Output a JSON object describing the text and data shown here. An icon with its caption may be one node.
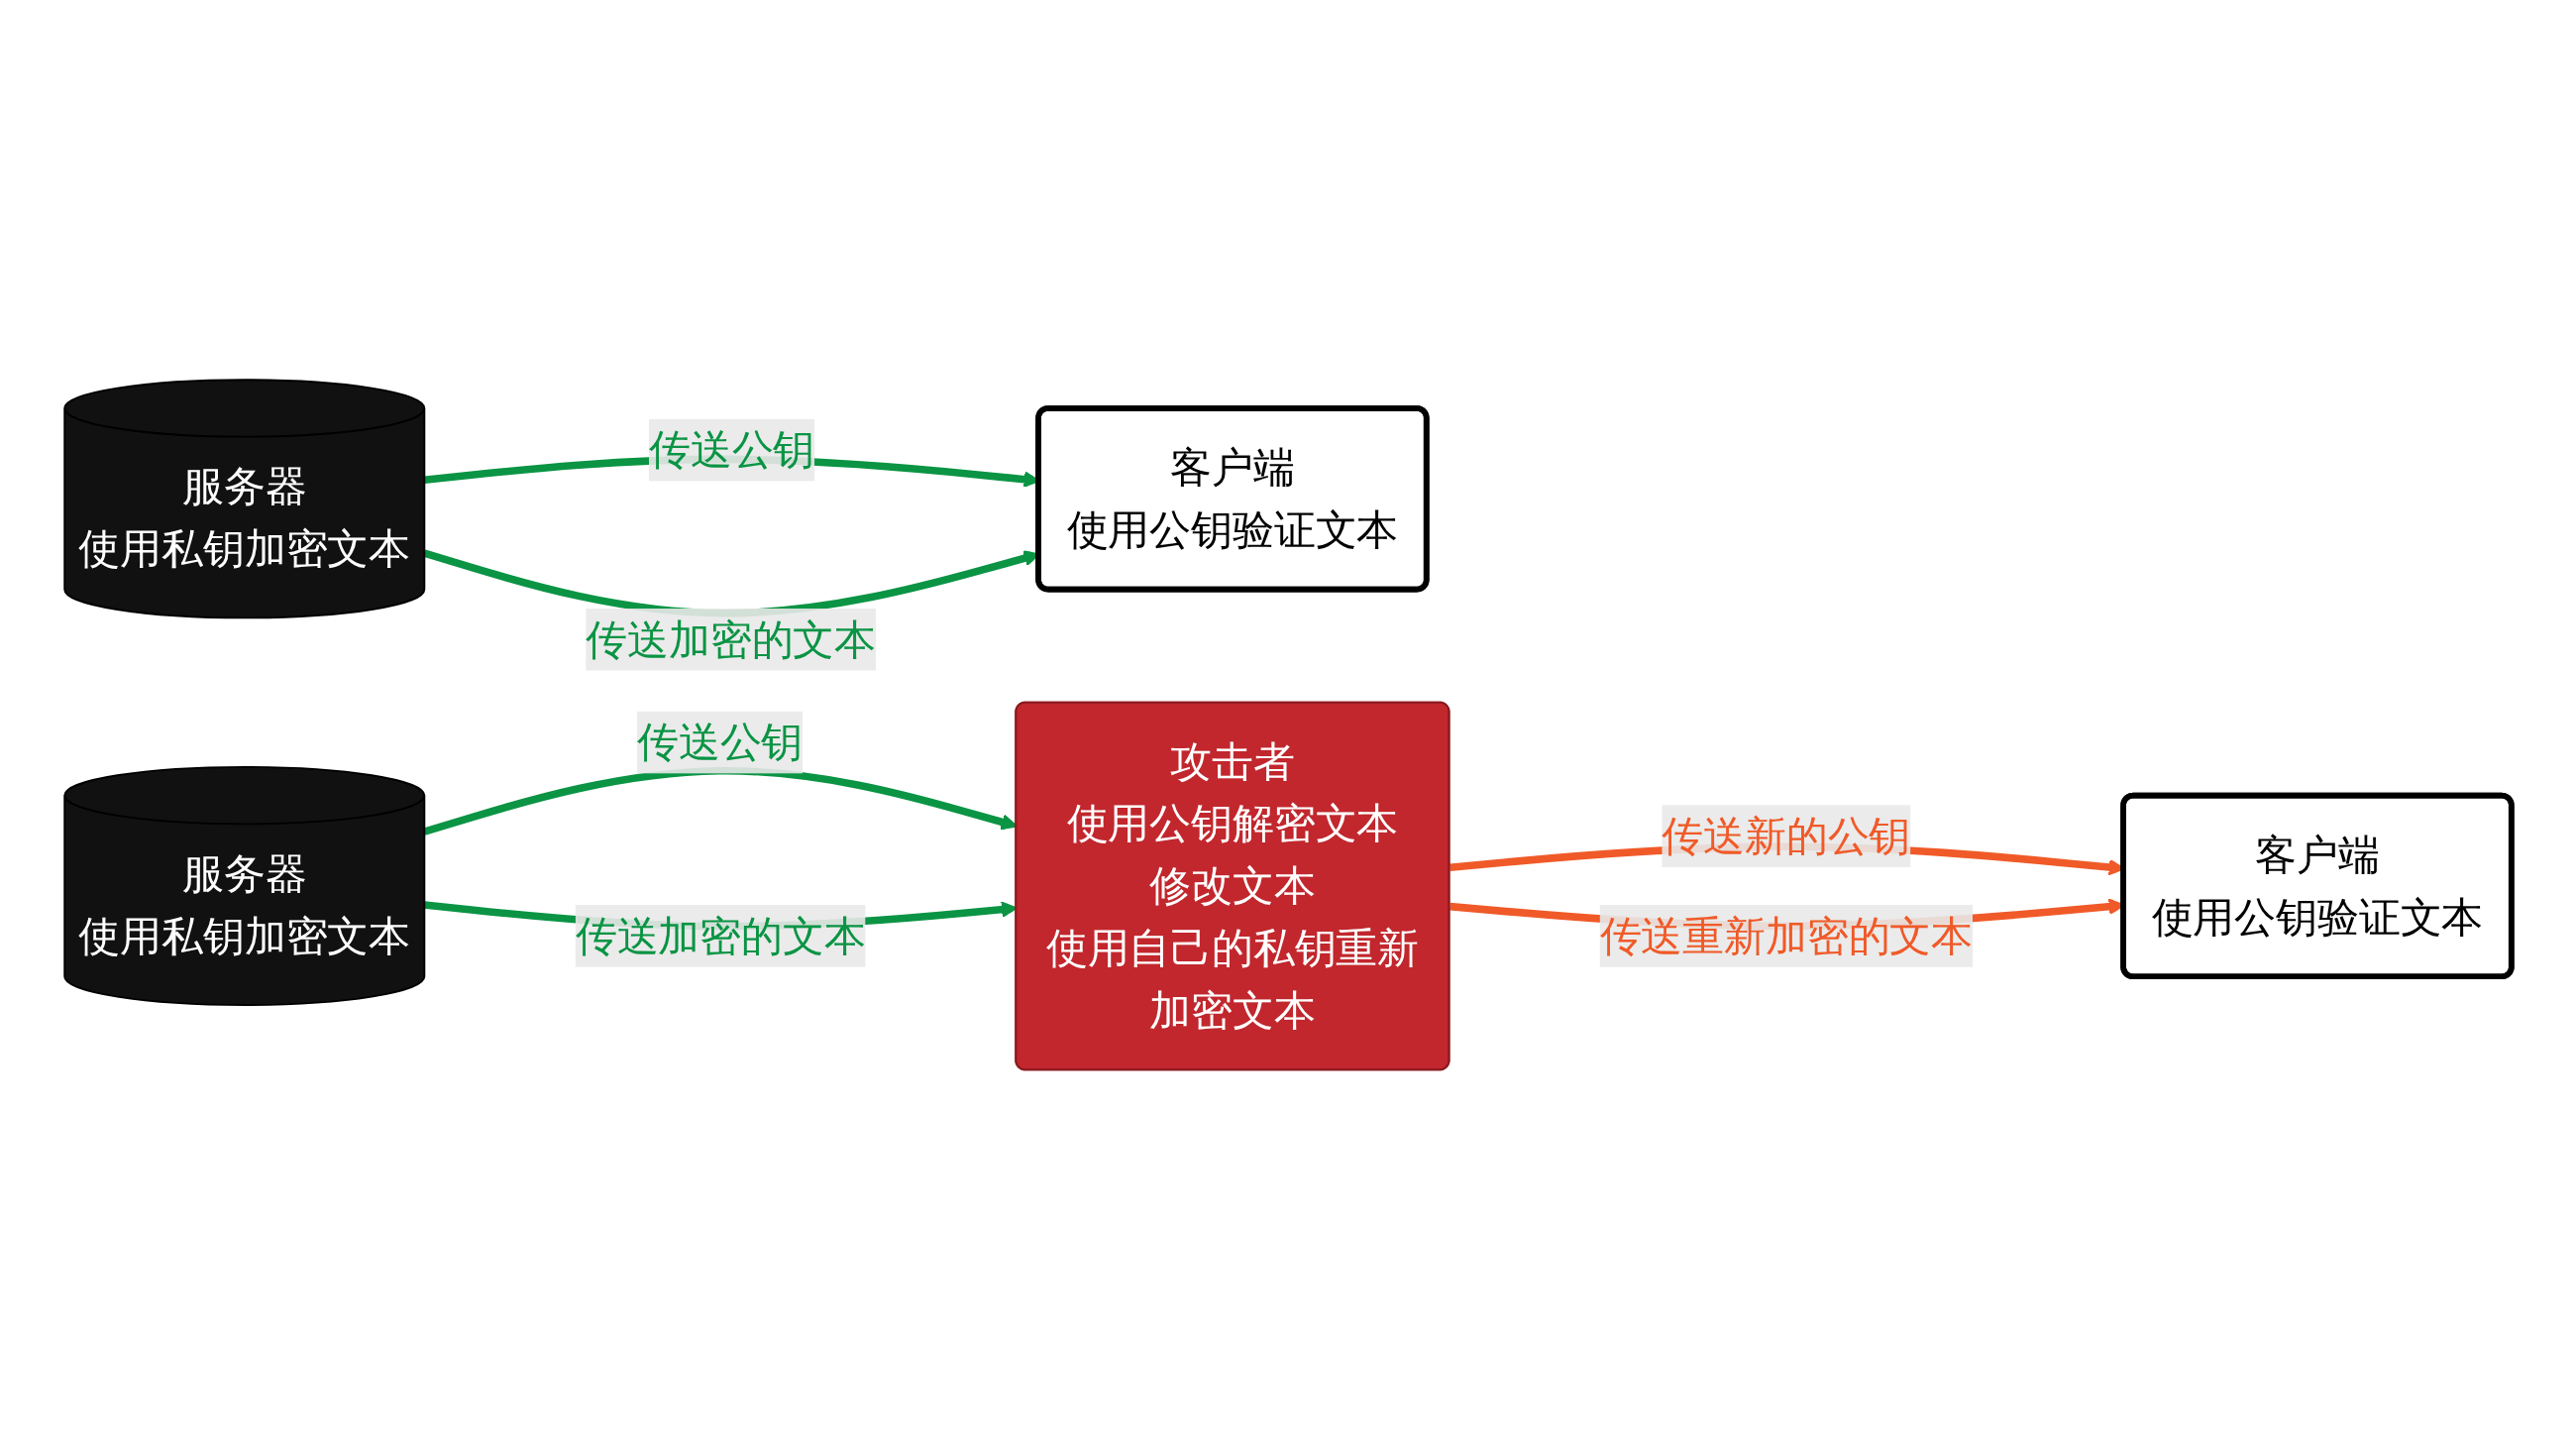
{
  "diagram": {
    "nodes": [
      {
        "text": [
          "服务器",
          "使用私钥加密文本"
        ]
      },
      {
        "text": [
          "客户端",
          "使用公钥验证文本"
        ]
      },
      {
        "text": [
          "服务器",
          "使用私钥加密文本"
        ]
      },
      {
        "text": [
          "攻击者",
          "使用公钥解密文本",
          "修改文本",
          "使用自己的私钥重新加密文本"
        ]
      },
      {
        "text": [
          "客户端",
          "使用公钥验证文本"
        ]
      }
    ],
    "edges": [
      {
        "from": 0,
        "to": 1,
        "arrow": "to",
        "label": "传送公钥"
      },
      {
        "from": 0,
        "to": 1,
        "arrow": "to",
        "label": "传送加密的文本"
      },
      {
        "from": 2,
        "to": 3,
        "arrow": "to",
        "label": "传送公钥"
      },
      {
        "from": 2,
        "to": 3,
        "arrow": "to",
        "label": "传送加密的文本"
      },
      {
        "from": 3,
        "to": 4,
        "arrow": "to",
        "label": "传送新的公钥",
        "color": "#f05a28"
      },
      {
        "from": 3,
        "to": 4,
        "arrow": "to",
        "label": "传送重新加密的文本",
        "color": "#f05a28"
      }
    ]
  }
}
